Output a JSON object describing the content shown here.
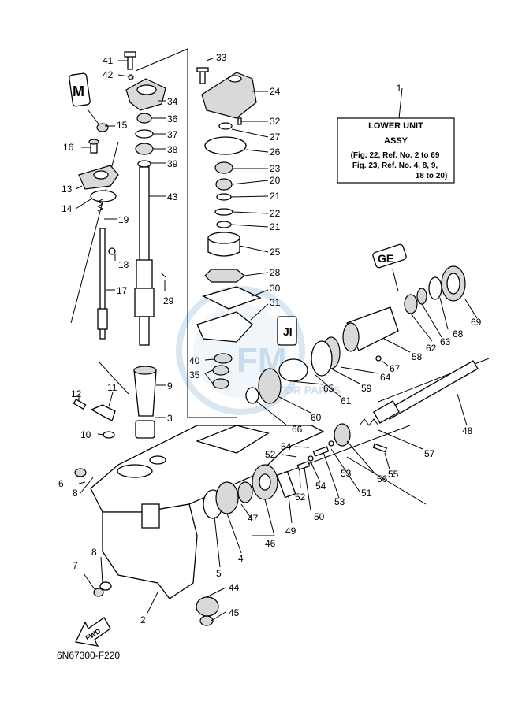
{
  "note": {
    "number": "1",
    "title": "LOWER UNIT",
    "subtitle": "ASSY",
    "lines": [
      "(Fig. 22, Ref. No. 2 to 69",
      "Fig. 23, Ref. No. 4, 8, 9,",
      "18 to 20)"
    ]
  },
  "diagram_code": "6N67300-F220",
  "fwd_label": "FWD",
  "watermark": {
    "brand": "MOTOR PARTS"
  },
  "part_labels": {
    "p2": "2",
    "p3": "3",
    "p4": "4",
    "p5": "5",
    "p6": "6",
    "p7": "7",
    "p8a": "8",
    "p8b": "8",
    "p9": "9",
    "p10": "10",
    "p11": "11",
    "p12": "12",
    "p13": "13",
    "p14": "14",
    "p15": "15",
    "p16": "16",
    "p17": "17",
    "p18": "18",
    "p19": "19",
    "p20": "20",
    "p21a": "21",
    "p21b": "21",
    "p22": "22",
    "p23": "23",
    "p24": "24",
    "p25": "25",
    "p26": "26",
    "p27": "27",
    "p28": "28",
    "p29": "29",
    "p30": "30",
    "p31": "31",
    "p32": "32",
    "p33": "33",
    "p34": "34",
    "p35": "35",
    "p36": "36",
    "p37": "37",
    "p38": "38",
    "p39": "39",
    "p40": "40",
    "p41": "41",
    "p42": "42",
    "p43": "43",
    "p44": "44",
    "p45": "45",
    "p46": "46",
    "p47": "47",
    "p48": "48",
    "p49": "49",
    "p50": "50",
    "p51": "51",
    "p52a": "52",
    "p52b": "52",
    "p53a": "53",
    "p53b": "53",
    "p54a": "54",
    "p54b": "54",
    "p55": "55",
    "p56": "56",
    "p57": "57",
    "p58": "58",
    "p59": "59",
    "p60": "60",
    "p61": "61",
    "p62": "62",
    "p63": "63",
    "p64": "64",
    "p65": "65",
    "p66": "66",
    "p67": "67",
    "p68": "68",
    "p69": "69"
  }
}
